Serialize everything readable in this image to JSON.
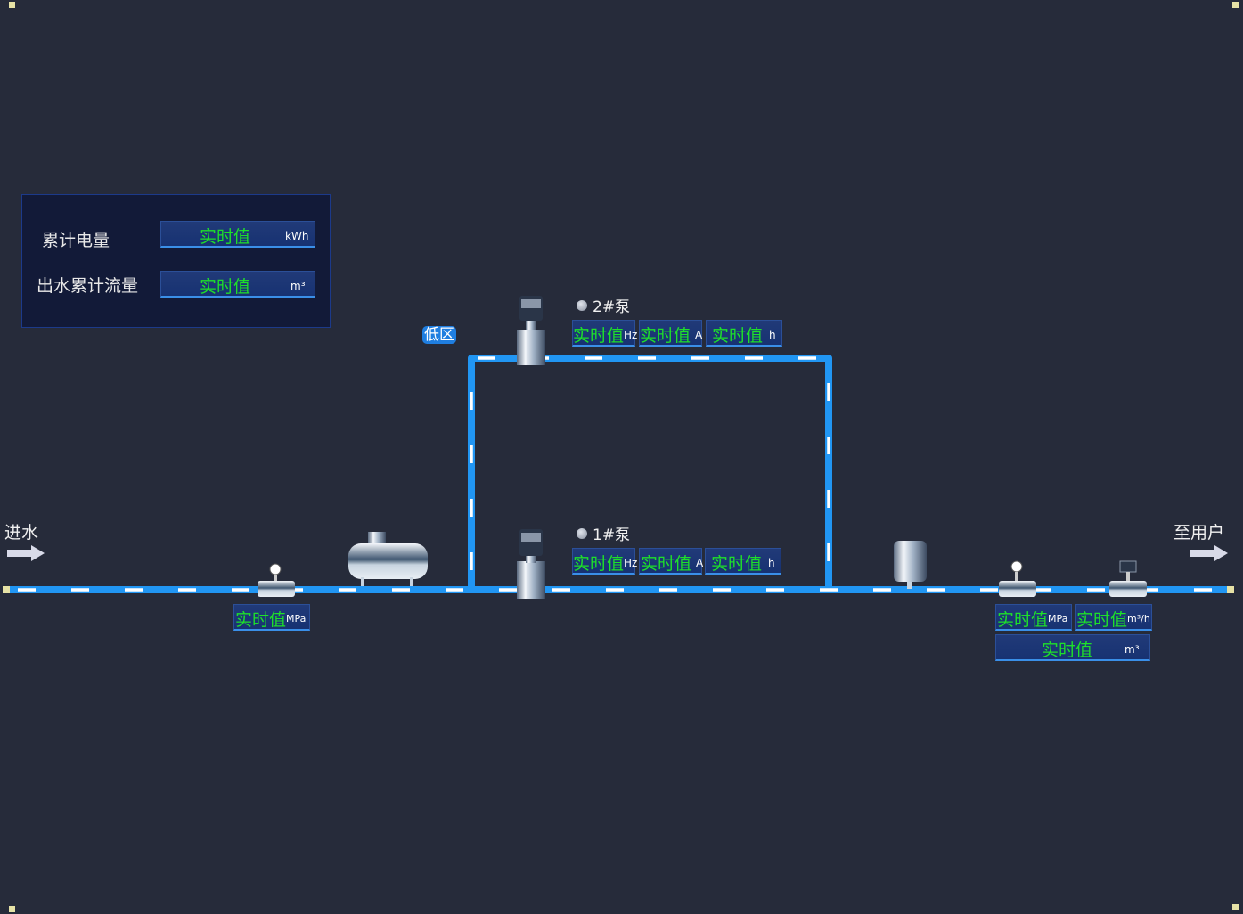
{
  "summary_panel": {
    "rows": [
      {
        "label": "累计电量",
        "value": "实时值",
        "unit": "kWh"
      },
      {
        "label": "出水累计流量",
        "value": "实时值",
        "unit": "m³"
      }
    ]
  },
  "inlet": {
    "label": "进水"
  },
  "outlet": {
    "label": "至用户"
  },
  "zone": {
    "label": "低区"
  },
  "pumps": [
    {
      "name": "2#泵",
      "readings": [
        {
          "value": "实时值",
          "unit": "Hz"
        },
        {
          "value": "实时值",
          "unit": "A"
        },
        {
          "value": "实时值",
          "unit": "h"
        }
      ]
    },
    {
      "name": "1#泵",
      "readings": [
        {
          "value": "实时值",
          "unit": "Hz"
        },
        {
          "value": "实时值",
          "unit": "A"
        },
        {
          "value": "实时值",
          "unit": "h"
        }
      ]
    }
  ],
  "inlet_pressure": {
    "value": "实时值",
    "unit": "MPa"
  },
  "outlet_pressure": {
    "value": "实时值",
    "unit": "MPa"
  },
  "outlet_flow": {
    "value": "实时值",
    "unit": "m³/h"
  },
  "outlet_total": {
    "value": "实时值",
    "unit": "m³"
  },
  "colors": {
    "pipe": "#2196f3",
    "value_text": "#1ee02a",
    "background": "#262b3a"
  }
}
